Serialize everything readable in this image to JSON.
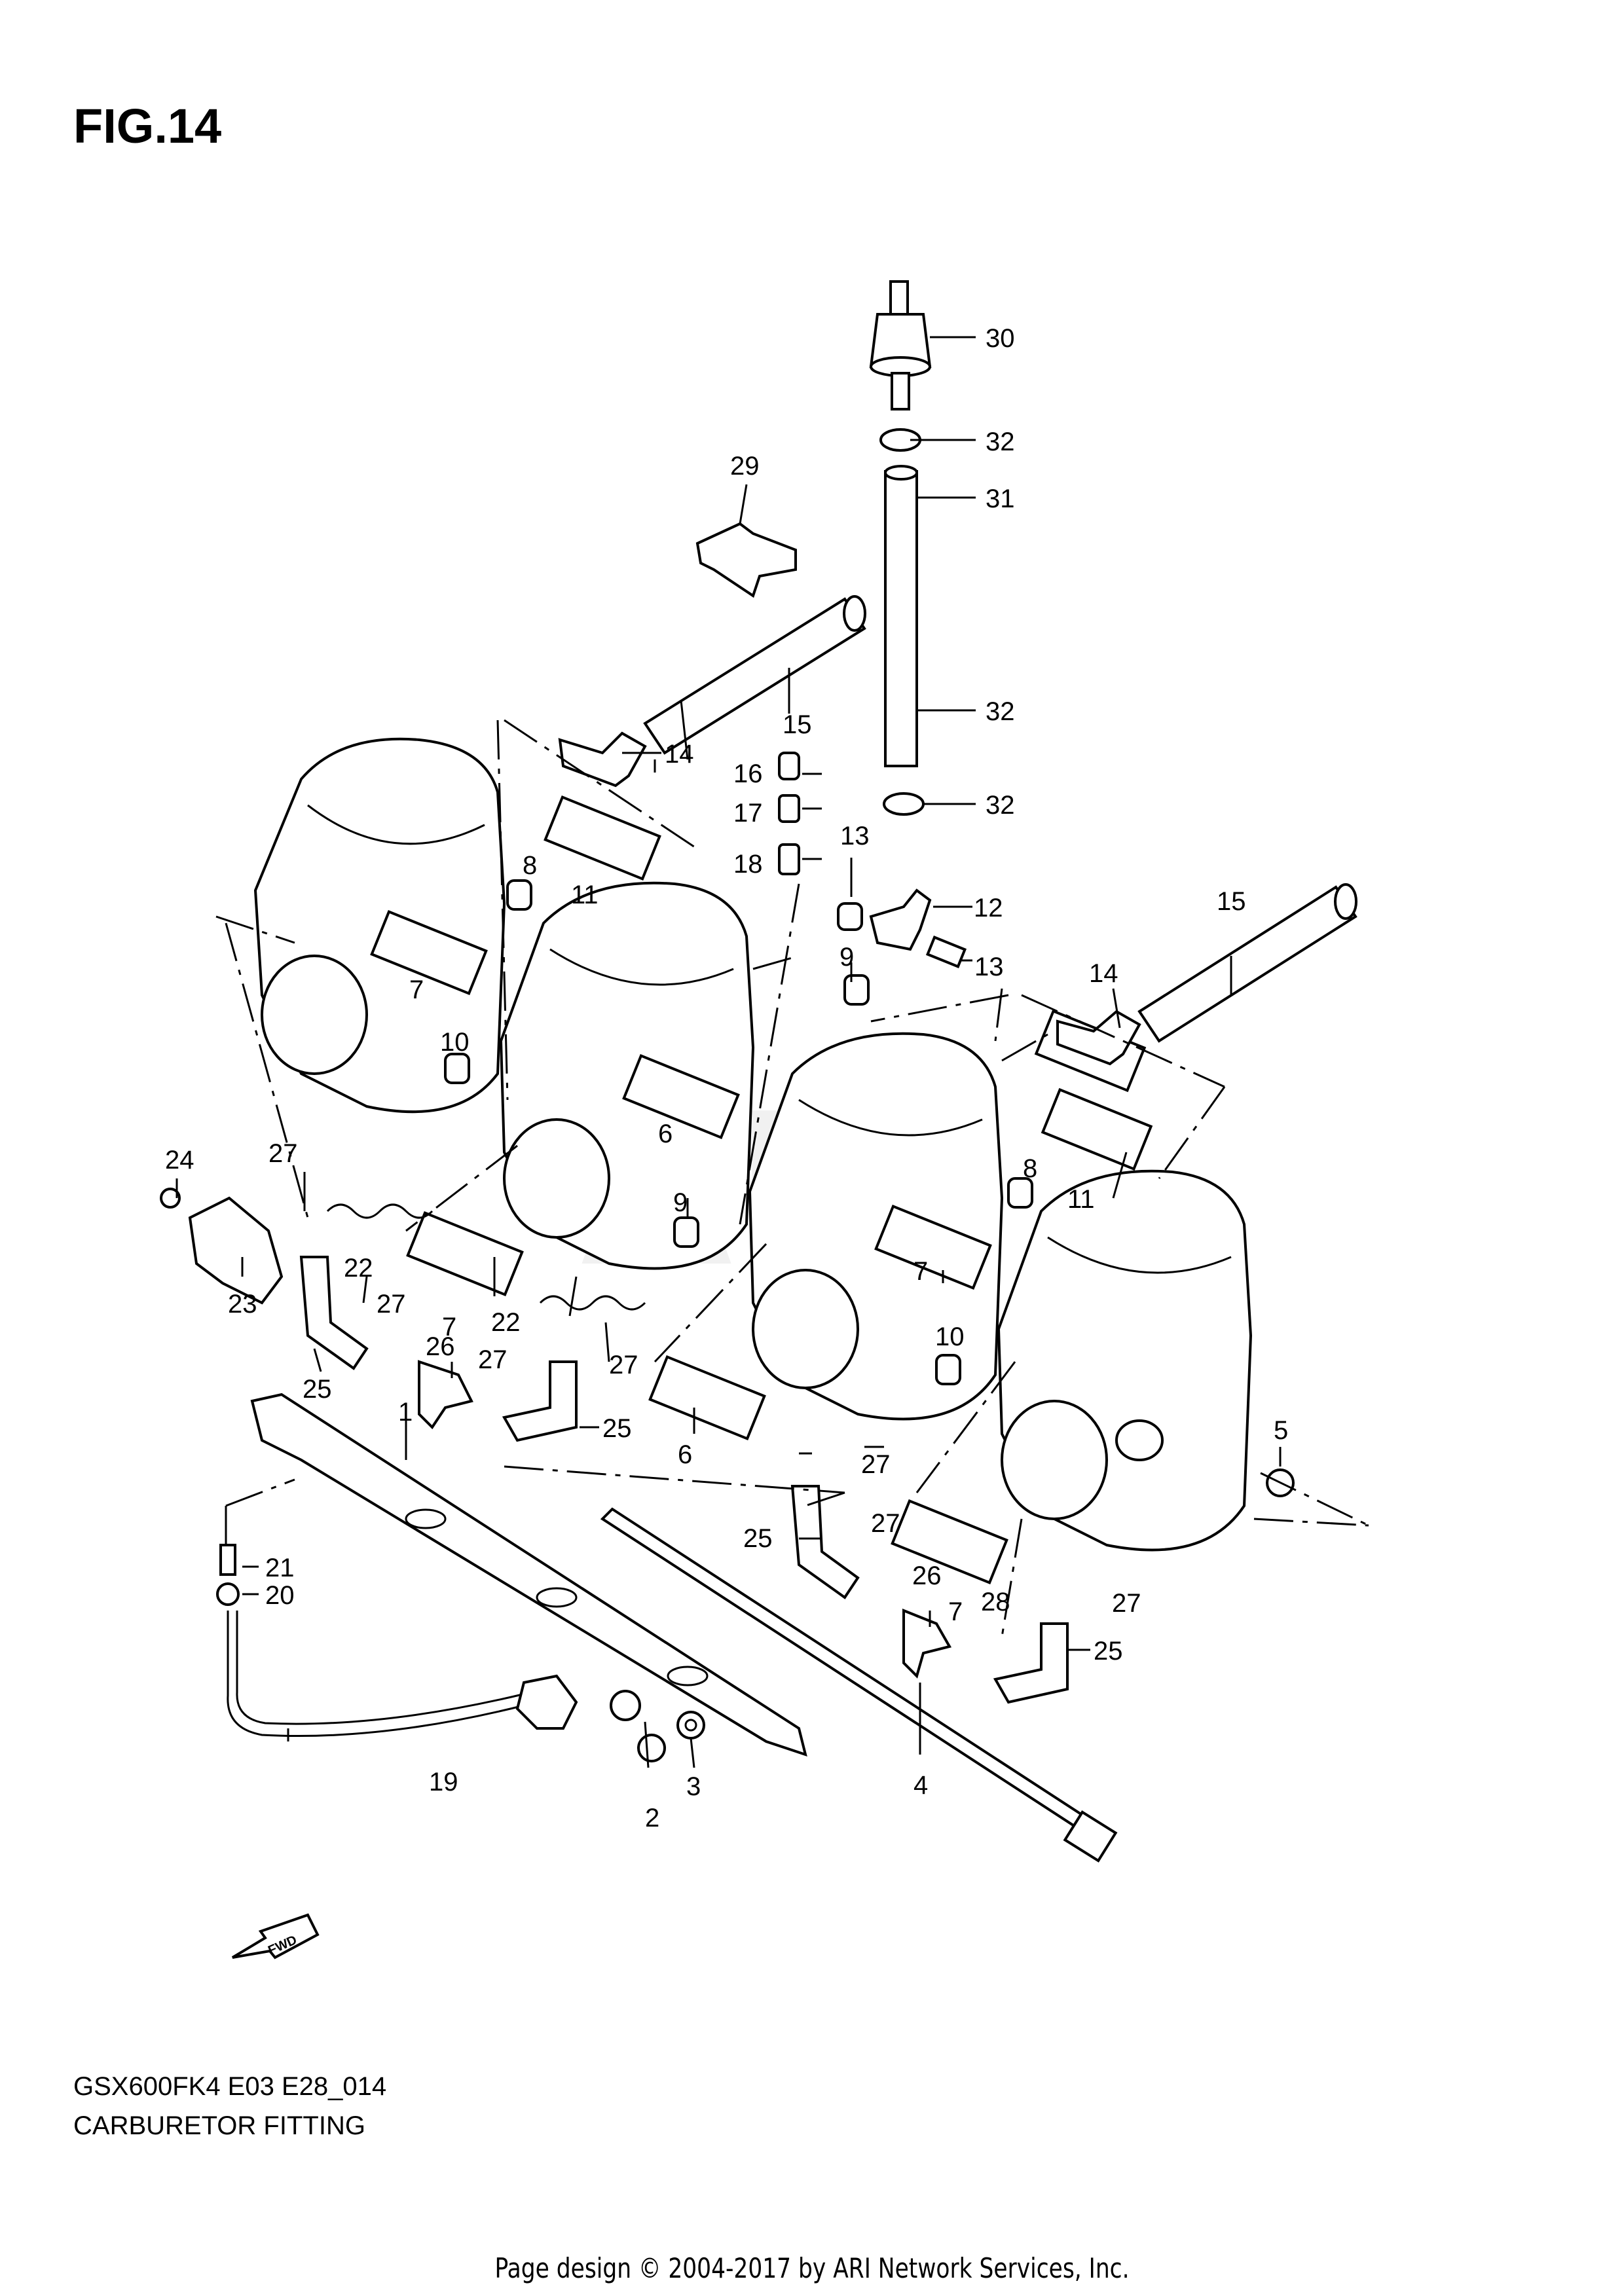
{
  "figure": {
    "title": "FIG.14"
  },
  "footer": {
    "model_code": "GSX600FK4 E03 E28_014",
    "caption": "CARBURETOR FITTING",
    "copyright": "Page design © 2004-2017 by ARI Network Services, Inc."
  },
  "watermark": "ARI",
  "fwd_label": "FWD",
  "callouts": [
    "1",
    "2",
    "3",
    "4",
    "5",
    "6",
    "6",
    "7",
    "7",
    "7",
    "7",
    "8",
    "8",
    "9",
    "9",
    "10",
    "10",
    "11",
    "11",
    "12",
    "13",
    "13",
    "14",
    "14",
    "15",
    "15",
    "16",
    "17",
    "18",
    "19",
    "20",
    "21",
    "22",
    "22",
    "23",
    "24",
    "25",
    "25",
    "25",
    "25",
    "26",
    "26",
    "27",
    "27",
    "27",
    "27",
    "27",
    "27",
    "27",
    "28",
    "29",
    "30",
    "31",
    "32",
    "32"
  ]
}
